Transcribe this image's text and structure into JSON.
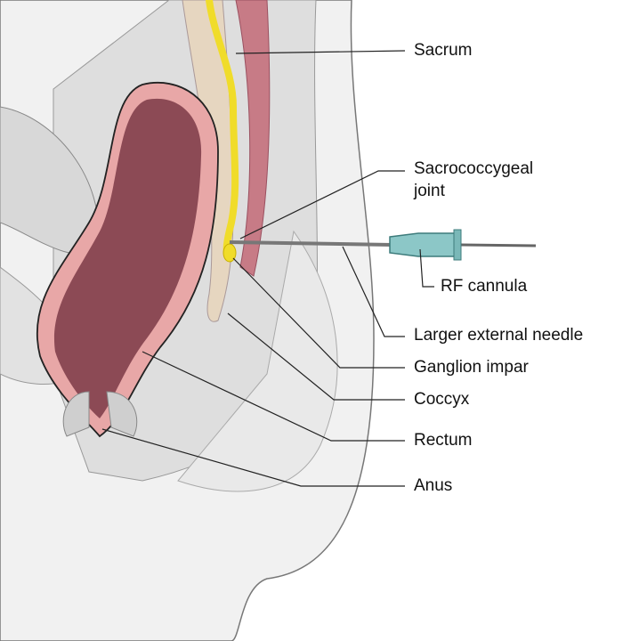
{
  "labels": {
    "sacrum": "Sacrum",
    "sacrococcygeal_joint_line1": "Sacrococcygeal",
    "sacrococcygeal_joint_line2": "joint",
    "rf_cannula": "RF cannula",
    "larger_external_needle": "Larger external needle",
    "ganglion_impar": "Ganglion impar",
    "coccyx": "Coccyx",
    "rectum": "Rectum",
    "anus": "Anus"
  },
  "colors": {
    "tissue": "#e4e4e4",
    "tissue_dark": "#c9c9c9",
    "rectum_wall": "#e8a7a7",
    "rectum_lumen": "#8c4a55",
    "bone": "#e6d6c0",
    "ganglion": "#f0dc2a",
    "cannula_hub": "#8cc7c7",
    "needle": "#888888"
  }
}
